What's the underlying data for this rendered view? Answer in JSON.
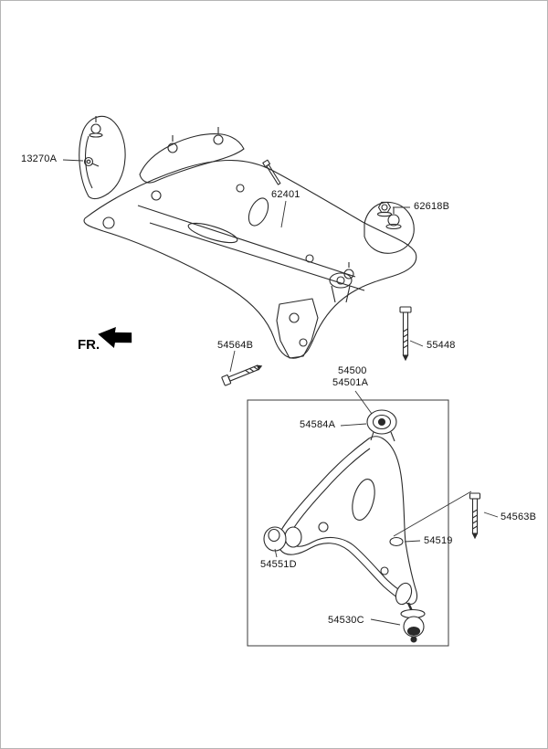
{
  "diagram": {
    "front_indicator": {
      "text": "FR.",
      "arrow_icon": "left-solid-arrow"
    },
    "colors": {
      "line": "#2b2b2b",
      "background": "#ffffff",
      "page_border": "#b5b5b5",
      "group_box_border": "#3a3a3a"
    }
  },
  "labels": {
    "13270A": "13270A",
    "62401": "62401",
    "62618B": "62618B",
    "55448": "55448",
    "54564B": "54564B",
    "54500": "54500",
    "54501A": "54501A",
    "54584A": "54584A",
    "54563B": "54563B",
    "54519": "54519",
    "54551D": "54551D",
    "54530C": "54530C"
  }
}
